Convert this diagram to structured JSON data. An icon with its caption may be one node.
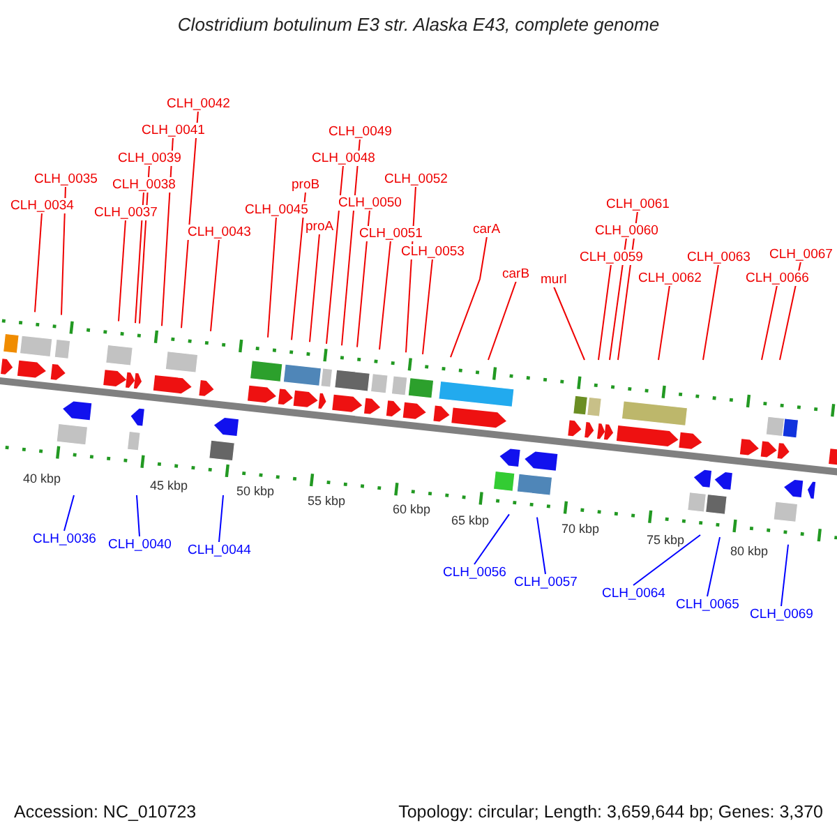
{
  "diagram": {
    "title": "Clostridium botulinum E3 str. Alaska E43, complete genome",
    "nodes": [
      {
        "text": [
          "CLH_0034"
        ]
      },
      {
        "text": [
          "CLH_0035"
        ]
      },
      {
        "text": [
          "CLH_0036"
        ]
      },
      {
        "text": [
          "CLH_0037"
        ]
      },
      {
        "text": [
          "CLH_0038"
        ]
      },
      {
        "text": [
          "CLH_0039"
        ]
      },
      {
        "text": [
          "CLH_0040"
        ]
      },
      {
        "text": [
          "CLH_0041"
        ]
      },
      {
        "text": [
          "CLH_0042"
        ]
      },
      {
        "text": [
          "CLH_0043"
        ]
      },
      {
        "text": [
          "CLH_0044"
        ]
      },
      {
        "text": [
          "CLH_0045"
        ]
      },
      {
        "text": [
          "proB"
        ]
      },
      {
        "text": [
          "proA"
        ]
      },
      {
        "text": [
          "CLH_0048"
        ]
      },
      {
        "text": [
          "CLH_0049"
        ]
      },
      {
        "text": [
          "CLH_0050"
        ]
      },
      {
        "text": [
          "CLH_0051"
        ]
      },
      {
        "text": [
          "CLH_0052"
        ]
      },
      {
        "text": [
          "CLH_0053"
        ]
      },
      {
        "text": [
          "CLH_0056"
        ]
      },
      {
        "text": [
          "CLH_0057"
        ]
      },
      {
        "text": [
          "carA"
        ]
      },
      {
        "text": [
          "carB"
        ]
      },
      {
        "text": [
          "murI"
        ]
      },
      {
        "text": [
          "CLH_0059"
        ]
      },
      {
        "text": [
          "CLH_0060"
        ]
      },
      {
        "text": [
          "CLH_0061"
        ]
      },
      {
        "text": [
          "CLH_0062"
        ]
      },
      {
        "text": [
          "CLH_0063"
        ]
      },
      {
        "text": [
          "CLH_0064"
        ]
      },
      {
        "text": [
          "CLH_0065"
        ]
      },
      {
        "text": [
          "CLH_0066"
        ]
      },
      {
        "text": [
          "CLH_0067"
        ]
      },
      {
        "text": [
          "CLH_0069"
        ]
      }
    ],
    "edges": [
      {
        "from": 0,
        "to": null,
        "arrow": "none"
      },
      {
        "from": 1,
        "to": null,
        "arrow": "none"
      },
      {
        "from": 2,
        "to": null,
        "arrow": "none",
        "color": "#0000ff"
      },
      {
        "from": 3,
        "to": null,
        "arrow": "none"
      },
      {
        "from": 4,
        "to": null,
        "arrow": "none"
      },
      {
        "from": 5,
        "to": null,
        "arrow": "none"
      },
      {
        "from": 6,
        "to": null,
        "arrow": "none",
        "color": "#0000ff"
      },
      {
        "from": 7,
        "to": null,
        "arrow": "none"
      },
      {
        "from": 8,
        "to": null,
        "arrow": "none"
      },
      {
        "from": 9,
        "to": null,
        "arrow": "none"
      },
      {
        "from": 10,
        "to": null,
        "arrow": "none",
        "color": "#0000ff"
      },
      {
        "from": 11,
        "to": null,
        "arrow": "none"
      },
      {
        "from": 12,
        "to": null,
        "arrow": "none"
      },
      {
        "from": 13,
        "to": null,
        "arrow": "none"
      },
      {
        "from": 14,
        "to": null,
        "arrow": "none"
      },
      {
        "from": 15,
        "to": null,
        "arrow": "none"
      },
      {
        "from": 16,
        "to": null,
        "arrow": "none"
      },
      {
        "from": 17,
        "to": null,
        "arrow": "none"
      },
      {
        "from": 18,
        "to": null,
        "arrow": "none"
      },
      {
        "from": 19,
        "to": null,
        "arrow": "none"
      },
      {
        "from": 20,
        "to": null,
        "arrow": "none",
        "color": "#0000ff"
      },
      {
        "from": 21,
        "to": null,
        "arrow": "none",
        "color": "#0000ff"
      },
      {
        "from": 22,
        "to": null,
        "arrow": "none"
      },
      {
        "from": 23,
        "to": null,
        "arrow": "none"
      },
      {
        "from": 24,
        "to": null,
        "arrow": "none"
      },
      {
        "from": 25,
        "to": null,
        "arrow": "none"
      },
      {
        "from": 26,
        "to": null,
        "arrow": "none"
      },
      {
        "from": 27,
        "to": null,
        "arrow": "none"
      },
      {
        "from": 28,
        "to": null,
        "arrow": "none"
      },
      {
        "from": 29,
        "to": null,
        "arrow": "none"
      },
      {
        "from": 30,
        "to": null,
        "arrow": "none",
        "color": "#0000ff"
      },
      {
        "from": 31,
        "to": null,
        "arrow": "none",
        "color": "#0000ff"
      },
      {
        "from": 32,
        "to": null,
        "arrow": "none"
      },
      {
        "from": 33,
        "to": null,
        "arrow": "none"
      },
      {
        "from": 34,
        "to": null,
        "arrow": "none",
        "color": "#0000ff"
      }
    ],
    "labels": [
      "40 kbp",
      "45 kbp",
      "50 kbp",
      "55 kbp",
      "60 kbp",
      "65 kbp",
      "70 kbp",
      "75 kbp",
      "80 kbp",
      "Accession: NC_010723",
      "Topology: circular; Length: 3,659,644 bp; Genes: 3,370"
    ]
  }
}
